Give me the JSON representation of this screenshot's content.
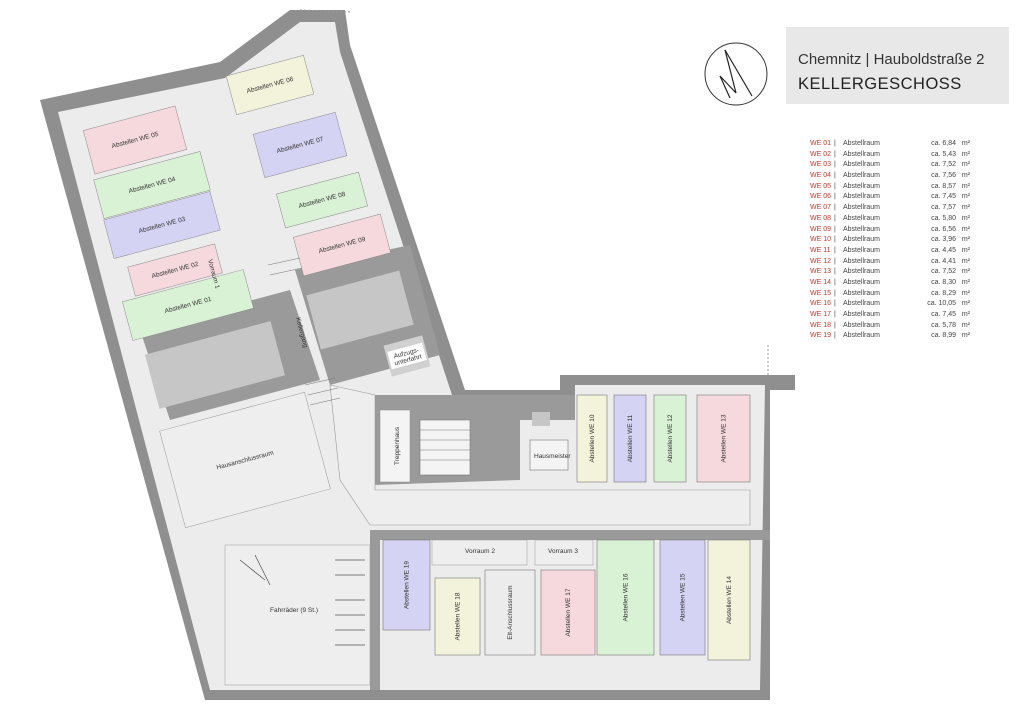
{
  "header": {
    "city": "Chemnitz | Hauboldstraße 2",
    "floor": "KELLERGESCHOSS"
  },
  "legend": [
    {
      "we": "WE 01",
      "type": "Abstellraum",
      "area": "ca. 6,84",
      "unit": "m²"
    },
    {
      "we": "WE 02",
      "type": "Abstellraum",
      "area": "ca. 5,43",
      "unit": "m²"
    },
    {
      "we": "WE 03",
      "type": "Abstellraum",
      "area": "ca. 7,52",
      "unit": "m²"
    },
    {
      "we": "WE 04",
      "type": "Abstellraum",
      "area": "ca. 7,56",
      "unit": "m²"
    },
    {
      "we": "WE 05",
      "type": "Abstellraum",
      "area": "ca. 8,57",
      "unit": "m²"
    },
    {
      "we": "WE 06",
      "type": "Abstellraum",
      "area": "ca. 7,45",
      "unit": "m²"
    },
    {
      "we": "WE 07",
      "type": "Abstellraum",
      "area": "ca. 7,57",
      "unit": "m²"
    },
    {
      "we": "WE 08",
      "type": "Abstellraum",
      "area": "ca. 5,80",
      "unit": "m²"
    },
    {
      "we": "WE 09",
      "type": "Abstellraum",
      "area": "ca. 6,56",
      "unit": "m²"
    },
    {
      "we": "WE 10",
      "type": "Abstellraum",
      "area": "ca. 3,96",
      "unit": "m²"
    },
    {
      "we": "WE 11",
      "type": "Abstellraum",
      "area": "ca. 4,45",
      "unit": "m²"
    },
    {
      "we": "WE 12",
      "type": "Abstellraum",
      "area": "ca. 4,41",
      "unit": "m²"
    },
    {
      "we": "WE 13",
      "type": "Abstellraum",
      "area": "ca. 7,52",
      "unit": "m²"
    },
    {
      "we": "WE 14",
      "type": "Abstellraum",
      "area": "ca. 8,30",
      "unit": "m²"
    },
    {
      "we": "WE 15",
      "type": "Abstellraum",
      "area": "ca. 8,29",
      "unit": "m²"
    },
    {
      "we": "WE 16",
      "type": "Abstellraum",
      "area": "ca. 10,05",
      "unit": "m²"
    },
    {
      "we": "WE 17",
      "type": "Abstellraum",
      "area": "ca. 7,45",
      "unit": "m²"
    },
    {
      "we": "WE 18",
      "type": "Abstellraum",
      "area": "ca. 5,78",
      "unit": "m²"
    },
    {
      "we": "WE 19",
      "type": "Abstellraum",
      "area": "ca. 8,99",
      "unit": "m²"
    }
  ],
  "rooms": {
    "we01": "Abstellen WE 01",
    "we02": "Abstellen WE 02",
    "we03": "Abstellen WE 03",
    "we04": "Abstellen WE 04",
    "we05": "Abstellen WE 05",
    "we06": "Abstellen WE 06",
    "we07": "Abstellen WE 07",
    "we08": "Abstellen WE 08",
    "we09": "Abstellen WE 09",
    "we10": "Abstellen WE 10",
    "we11": "Abstellen WE 11",
    "we12": "Abstellen WE 12",
    "we13": "Abstellen WE 13",
    "we14": "Abstellen WE 14",
    "we15": "Abstellen WE 15",
    "we16": "Abstellen WE 16",
    "we17": "Abstellen WE 17",
    "we18": "Abstellen WE 18",
    "we19": "Abstellen WE 19",
    "vorraum1": "Vorraum 1",
    "kellergang": "Kellergang",
    "aufzug1": "Aufzugs-",
    "aufzug2": "unterfahrt",
    "hausanschluss": "Hausanschlussraum",
    "fahrraeder": "Fahrräder (9 St.)",
    "treppenhaus": "Treppenhaus",
    "hausmeister": "Hausmeister",
    "vorraum2": "Vorraum 2",
    "vorraum3": "Vorraum 3",
    "elt": "Elt-Anschlussraum"
  },
  "colors": {
    "wall": "#8f8f8f",
    "floor": "#ececec",
    "pink": "#f6d9dd",
    "green": "#d9f1d5",
    "purple": "#d5d3f3",
    "yellow": "#f3f2da",
    "void": "#c6c6c6",
    "accent": "#c0392b"
  }
}
